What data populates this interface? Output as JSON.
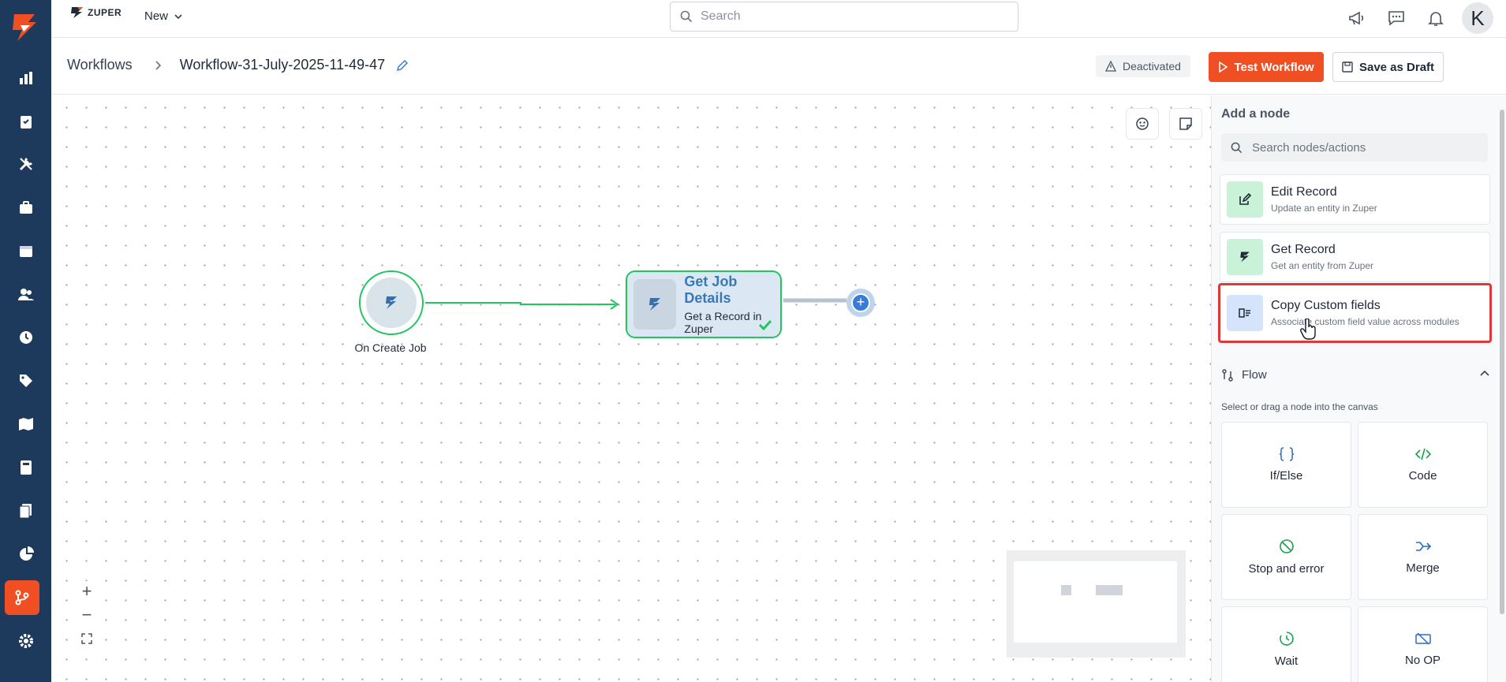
{
  "brand": {
    "name": "ZUPER",
    "accent": "#f04e23",
    "rail_color": "#1d3a5c"
  },
  "header": {
    "new_label": "New",
    "search_placeholder": "Search",
    "avatar_initial": "K"
  },
  "rail": {
    "items": [
      "reports-icon",
      "jobs-icon",
      "tools-icon",
      "briefcase-icon",
      "calendar-icon",
      "users-icon",
      "clock-icon",
      "tag-icon",
      "map-icon",
      "calculator-icon",
      "documents-icon",
      "analytics-icon",
      "workflow-icon",
      "settings-icon"
    ],
    "active": "workflow-icon"
  },
  "subheader": {
    "breadcrumb_root": "Workflows",
    "workflow_name": "Workflow-31-July-2025-11-49-47",
    "status": "Deactivated",
    "test_label": "Test Workflow",
    "draft_label": "Save as Draft"
  },
  "canvas": {
    "trigger_label": "On Create Job",
    "node": {
      "title": "Get Job Details",
      "subtitle": "Get a Record in Zuper"
    },
    "zoom": {
      "in": "+",
      "out": "−"
    }
  },
  "panel": {
    "title": "Add a node",
    "search_placeholder": "Search nodes/actions",
    "actions": [
      {
        "title": "Edit Record",
        "desc": "Update an entity in Zuper"
      },
      {
        "title": "Get Record",
        "desc": "Get an entity from Zuper"
      },
      {
        "title": "Copy Custom fields",
        "desc": "Associate custom field value across modules"
      }
    ],
    "flow_title": "Flow",
    "flow_hint": "Select or drag a node into the canvas",
    "tiles": [
      {
        "label": "If/Else",
        "icon": "braces-icon"
      },
      {
        "label": "Code",
        "icon": "code-icon"
      },
      {
        "label": "Stop and error",
        "icon": "stop-icon"
      },
      {
        "label": "Merge",
        "icon": "merge-icon"
      },
      {
        "label": "Wait",
        "icon": "wait-icon"
      },
      {
        "label": "No OP",
        "icon": "no-op-icon"
      }
    ]
  }
}
